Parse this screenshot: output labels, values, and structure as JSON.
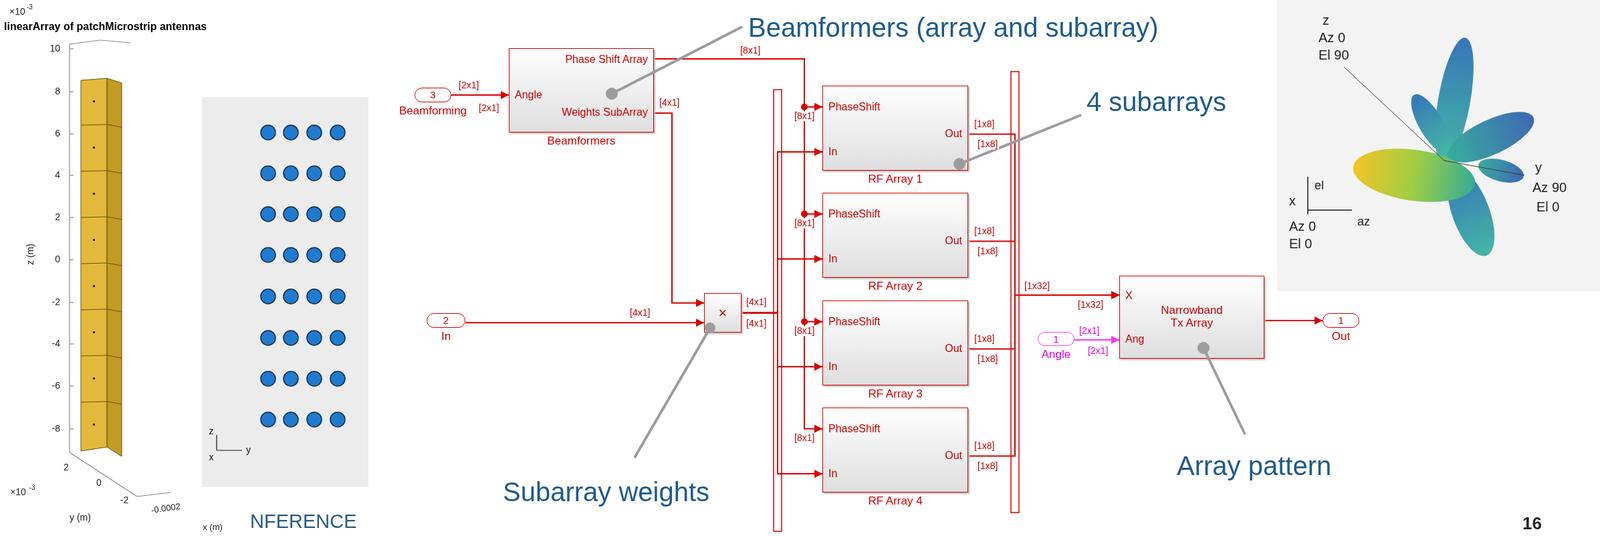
{
  "diagram": {
    "nodes": [
      {
        "text": [
          "Angle",
          "Phase Shift Array",
          "Weights SubArray",
          "Beamformers"
        ]
      },
      {
        "text": [
          "3",
          "Beamforming"
        ]
      },
      {
        "text": [
          "2",
          "In"
        ]
      },
      {
        "text": [
          "×"
        ]
      },
      {
        "text": [
          "PhaseShift",
          "In",
          "Out",
          "RF Array 1"
        ]
      },
      {
        "text": [
          "PhaseShift",
          "In",
          "Out",
          "RF Array 2"
        ]
      },
      {
        "text": [
          "PhaseShift",
          "In",
          "Out",
          "RF Array 3"
        ]
      },
      {
        "text": [
          "PhaseShift",
          "In",
          "Out",
          "RF Array 4"
        ]
      },
      {
        "text": [
          "X",
          "Ang",
          "Narrowband Tx Array"
        ]
      },
      {
        "text": [
          "1",
          "Angle"
        ]
      },
      {
        "text": [
          "1",
          "Out"
        ]
      }
    ],
    "edges": [
      {
        "from": 1,
        "to": 0,
        "label": "[2x1]",
        "arrow": "to"
      },
      {
        "from": 0,
        "to": 4,
        "label": "[8x1]",
        "arrow": "to"
      },
      {
        "from": 0,
        "to": 5,
        "label": "[8x1]",
        "arrow": "to"
      },
      {
        "from": 0,
        "to": 6,
        "label": "[8x1]",
        "arrow": "to"
      },
      {
        "from": 0,
        "to": 7,
        "label": "[8x1]",
        "arrow": "to"
      },
      {
        "from": 0,
        "to": 3,
        "label": "[4x1]",
        "arrow": "to"
      },
      {
        "from": 2,
        "to": 3,
        "label": "[4x1]",
        "arrow": "to"
      },
      {
        "from": 3,
        "to": 4,
        "arrow": "to"
      },
      {
        "from": 3,
        "to": 5,
        "arrow": "to"
      },
      {
        "from": 3,
        "to": 6,
        "arrow": "to"
      },
      {
        "from": 3,
        "to": 7,
        "arrow": "to"
      },
      {
        "from": 4,
        "to": 8,
        "label": "[1x8]",
        "arrow": "to"
      },
      {
        "from": 5,
        "to": 8,
        "label": "[1x8]",
        "arrow": "to"
      },
      {
        "from": 6,
        "to": 8,
        "label": "[1x8]",
        "arrow": "to"
      },
      {
        "from": 7,
        "to": 8,
        "label": "[1x8]",
        "arrow": "to"
      },
      {
        "from": 9,
        "to": 8,
        "label": "[2x1]",
        "arrow": "to"
      },
      {
        "from": 8,
        "to": 10,
        "arrow": "to"
      }
    ],
    "labels": [
      "linearArray of patchMicrostrip antennas",
      "×10",
      "-3",
      "10",
      "8",
      "6",
      "4",
      "2",
      "0",
      "-2",
      "-4",
      "-6",
      "-8",
      "z (m)",
      "2",
      "0",
      "-2",
      "-0.0002",
      "y (m)",
      "×10",
      "-3",
      "x (m)",
      "z",
      "x",
      "y",
      "NFERENCE",
      "[2x1]",
      "[8x1]",
      "[4x1]",
      "[4x1]",
      "[1x8]",
      "[1x8]",
      "[1x8]",
      "[1x8]",
      "[1x32]",
      "[1x32]",
      "[2x1]",
      "Beamformers (array and subarray)",
      "4 subarrays",
      "Subarray weights",
      "Array pattern",
      "z",
      "Az 0",
      "El 90",
      "y",
      "Az 90",
      "El 0",
      "x",
      "Az 0",
      "El 0",
      "el",
      "az",
      "16"
    ]
  }
}
